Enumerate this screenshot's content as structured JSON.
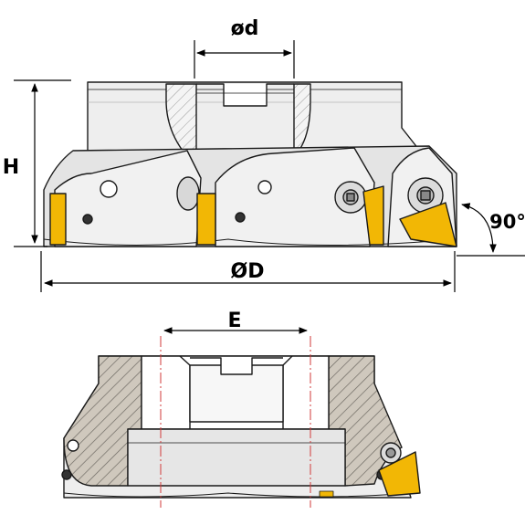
{
  "labels": {
    "bore_diameter": "ød",
    "height": "H",
    "lead_angle": "90°",
    "outer_diameter": "ØD",
    "key_width": "E"
  },
  "colors": {
    "line": "#1a1a1a",
    "body_light": "#ededed",
    "body_mid": "#d9d9d9",
    "hatch": "#8a8a8a",
    "section_fill": "#cfc8bd",
    "insert": "#f2b705",
    "insert_dark": "#c98f00",
    "center_line": "#d23a3a"
  }
}
